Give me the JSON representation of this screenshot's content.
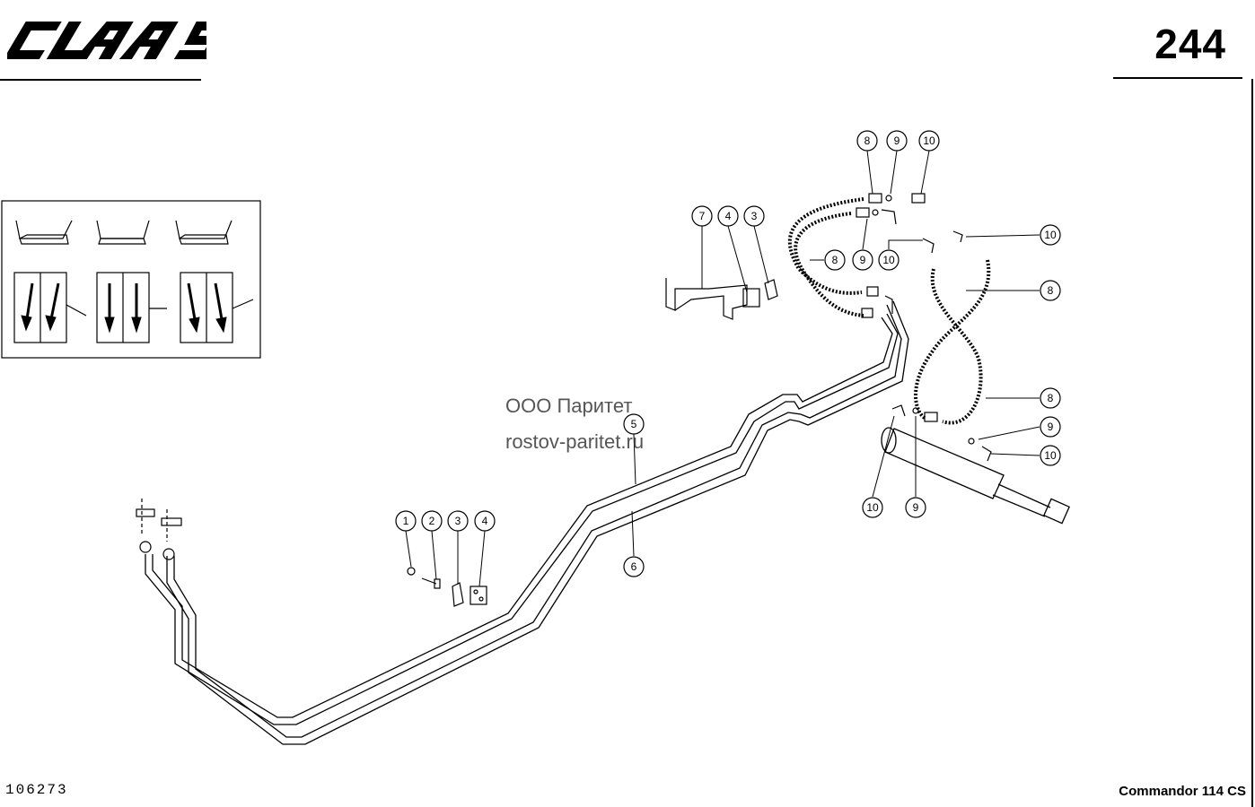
{
  "header": {
    "logo_text": "CLAAS",
    "page_number": "244"
  },
  "footer": {
    "document_number": "106273",
    "model": "Commandor 114 CS"
  },
  "watermark": {
    "line1": "ООО Паритет",
    "line2": "rostov-paritet.ru"
  },
  "callouts": [
    {
      "id": "c8a",
      "label": "8"
    },
    {
      "id": "c9a",
      "label": "9"
    },
    {
      "id": "c10a",
      "label": "10"
    },
    {
      "id": "c10b",
      "label": "10"
    },
    {
      "id": "c8b",
      "label": "8"
    },
    {
      "id": "c9b",
      "label": "9"
    },
    {
      "id": "c10c",
      "label": "10"
    },
    {
      "id": "c8c",
      "label": "8"
    },
    {
      "id": "c8d",
      "label": "8"
    },
    {
      "id": "c9c",
      "label": "9"
    },
    {
      "id": "c10d",
      "label": "10"
    },
    {
      "id": "c10e",
      "label": "10"
    },
    {
      "id": "c9d",
      "label": "9"
    },
    {
      "id": "c7",
      "label": "7"
    },
    {
      "id": "c4a",
      "label": "4"
    },
    {
      "id": "c3a",
      "label": "3"
    },
    {
      "id": "c5",
      "label": "5"
    },
    {
      "id": "c6",
      "label": "6"
    },
    {
      "id": "c1",
      "label": "1"
    },
    {
      "id": "c2",
      "label": "2"
    },
    {
      "id": "c3b",
      "label": "3"
    },
    {
      "id": "c4b",
      "label": "4"
    }
  ]
}
